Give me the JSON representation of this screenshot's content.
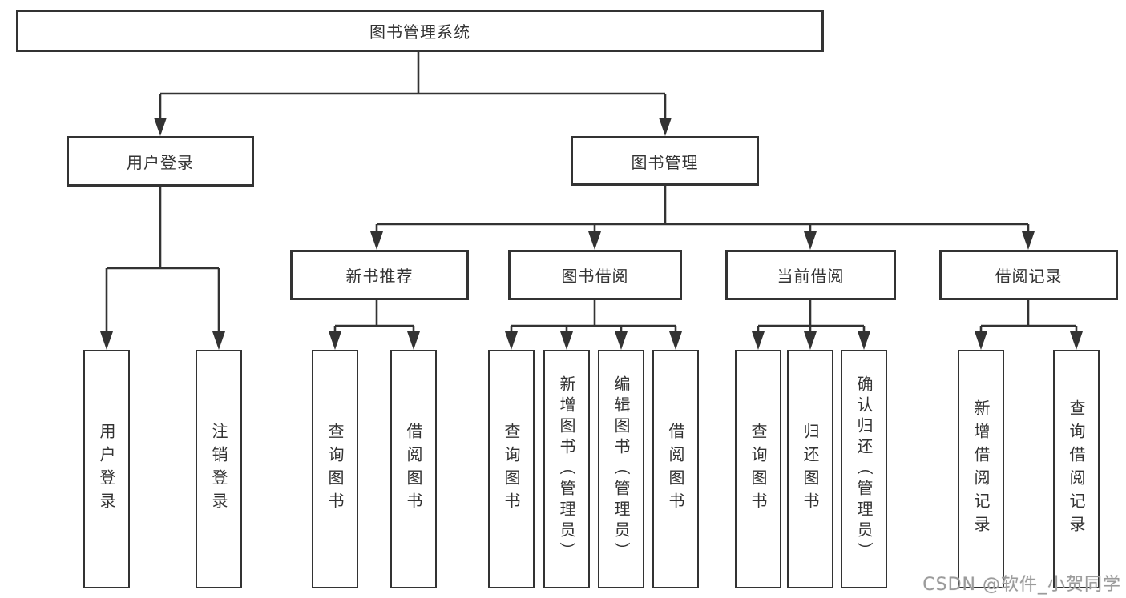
{
  "diagram": {
    "title": "图书管理系统",
    "type": "hierarchy-function-structure"
  },
  "tree": {
    "root": {
      "label": "图书管理系统"
    },
    "level2": [
      {
        "label": "用户登录",
        "children": [
          "用户登录",
          "注销登录"
        ]
      },
      {
        "label": "图书管理"
      }
    ],
    "level3": [
      {
        "label": "新书推荐",
        "children": [
          "查询图书",
          "借阅图书"
        ]
      },
      {
        "label": "图书借阅",
        "children": [
          "查询图书",
          "新增图书（管理员）",
          "编辑图书（管理员）",
          "借阅图书"
        ]
      },
      {
        "label": "当前借阅",
        "children": [
          "查询图书",
          "归还图书",
          "确认归还（管理员）"
        ]
      },
      {
        "label": "借阅记录",
        "children": [
          "新增借阅记录",
          "查询借阅记录"
        ]
      }
    ]
  },
  "watermark": {
    "text": "CSDN @软件_小贺同学",
    "color": "#9b9b9b"
  },
  "colors": {
    "background": "#ffffff",
    "line": "#333333",
    "box_border": "#333333",
    "box_fill": "#ffffff",
    "text": "#333333"
  }
}
